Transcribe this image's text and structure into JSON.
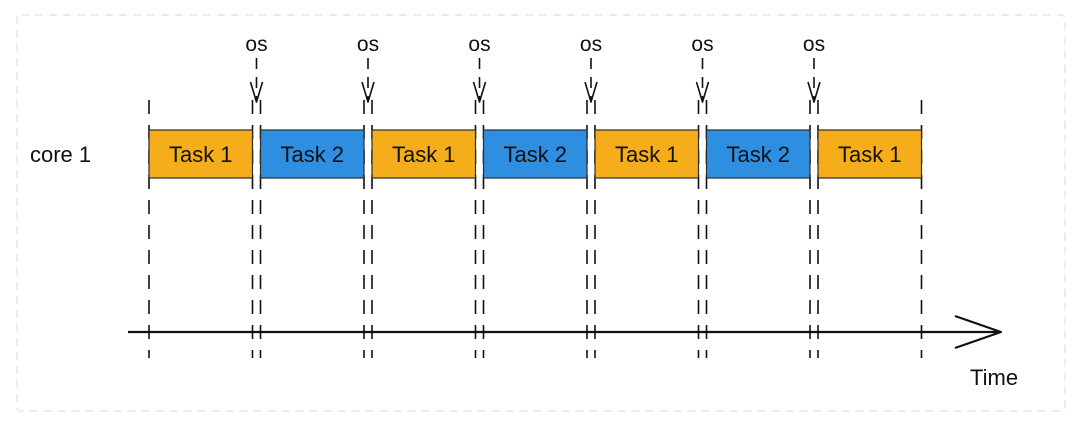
{
  "diagram": {
    "core_label": "core 1",
    "time_label": "Time",
    "os_label": "os",
    "colors": {
      "task1": "#f5ad1b",
      "task2": "#2e8ee0"
    },
    "tasks": [
      {
        "label": "Task 1",
        "kind": "task1"
      },
      {
        "label": "Task 2",
        "kind": "task2"
      },
      {
        "label": "Task 1",
        "kind": "task1"
      },
      {
        "label": "Task 2",
        "kind": "task2"
      },
      {
        "label": "Task 1",
        "kind": "task1"
      },
      {
        "label": "Task 2",
        "kind": "task2"
      },
      {
        "label": "Task 1",
        "kind": "task1"
      }
    ],
    "context_switch_count": 6
  }
}
